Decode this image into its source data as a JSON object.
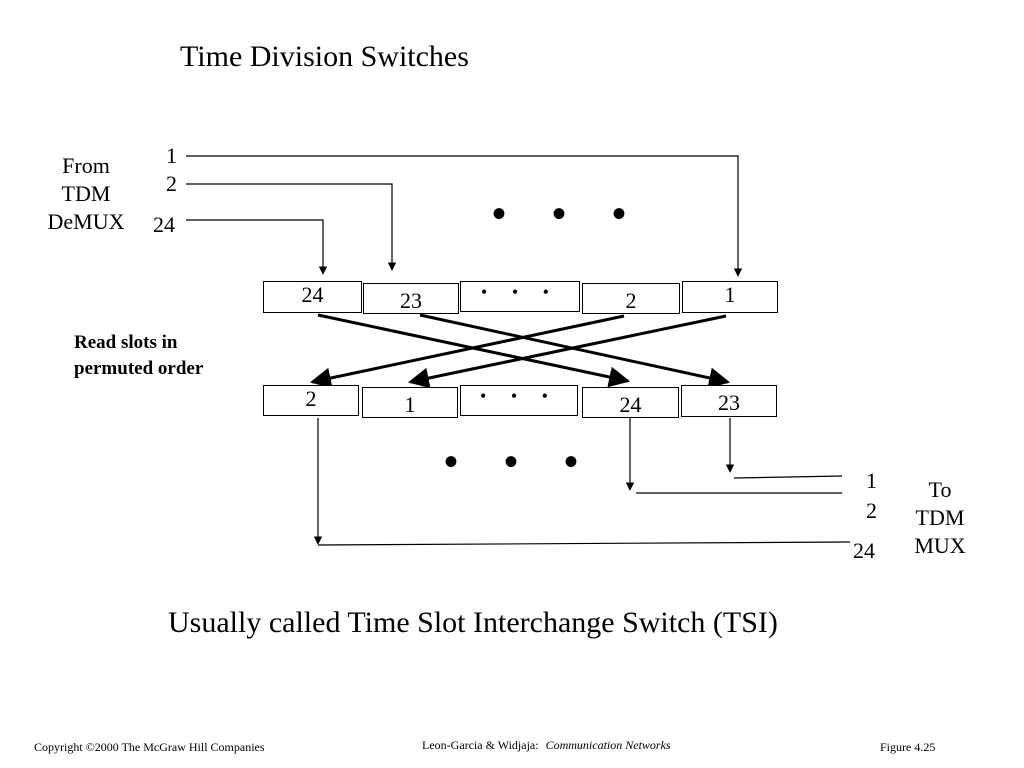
{
  "title": "Time Division Switches",
  "caption": "Usually called Time Slot Interchange Switch (TSI)",
  "input": {
    "label_lines": [
      "From",
      "TDM",
      "DeMUX"
    ],
    "line_numbers": [
      "1",
      "2",
      "24"
    ]
  },
  "output": {
    "label_lines": [
      "To",
      "TDM",
      "MUX"
    ],
    "line_numbers": [
      "1",
      "2",
      "24"
    ]
  },
  "read_label_lines": [
    "Read slots in",
    "permuted order"
  ],
  "top_row": [
    "24",
    "23",
    "• • •",
    "2",
    "1"
  ],
  "bottom_row": [
    "2",
    "1",
    "• • •",
    "24",
    "23"
  ],
  "ellipsis": "• • •",
  "footer": {
    "copyright": "Copyright ©2000 The McGraw Hill Companies",
    "authors": "Leon-Garcia & Widjaja:",
    "book": "Communication Networks",
    "figure": "Figure 4.25"
  }
}
